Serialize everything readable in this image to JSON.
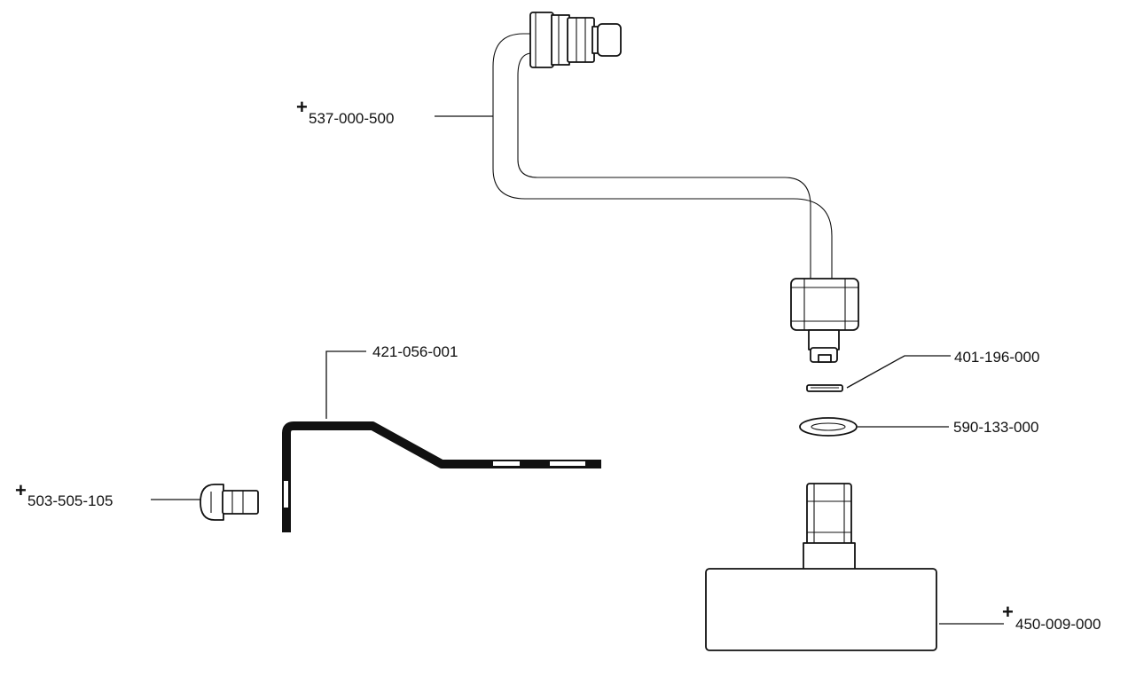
{
  "diagram": {
    "plus_sign": "+",
    "parts": [
      {
        "id": "pipe",
        "number": "537-000-500",
        "marked": true
      },
      {
        "id": "bracket",
        "number": "421-056-001",
        "marked": false
      },
      {
        "id": "screw",
        "number": "503-505-105",
        "marked": true
      },
      {
        "id": "washer",
        "number": "401-196-000",
        "marked": false
      },
      {
        "id": "oring",
        "number": "590-133-000",
        "marked": false
      },
      {
        "id": "sensor",
        "number": "450-009-000",
        "marked": true
      }
    ]
  }
}
